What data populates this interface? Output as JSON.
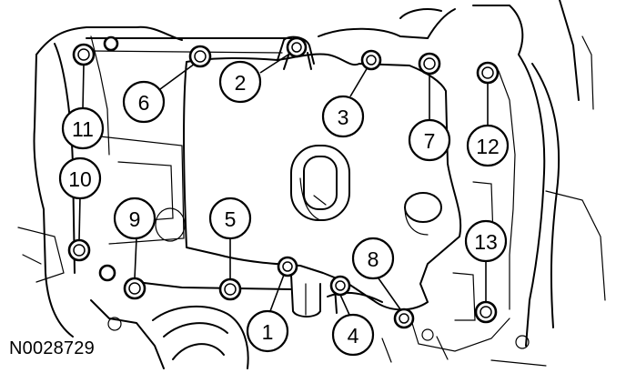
{
  "figure": {
    "reference_code": "N0028729",
    "callouts": [
      {
        "id": "1",
        "label": "1"
      },
      {
        "id": "2",
        "label": "2"
      },
      {
        "id": "3",
        "label": "3"
      },
      {
        "id": "4",
        "label": "4"
      },
      {
        "id": "5",
        "label": "5"
      },
      {
        "id": "6",
        "label": "6"
      },
      {
        "id": "7",
        "label": "7"
      },
      {
        "id": "8",
        "label": "8"
      },
      {
        "id": "9",
        "label": "9"
      },
      {
        "id": "10",
        "label": "10"
      },
      {
        "id": "11",
        "label": "11"
      },
      {
        "id": "12",
        "label": "12"
      },
      {
        "id": "13",
        "label": "13"
      }
    ]
  }
}
